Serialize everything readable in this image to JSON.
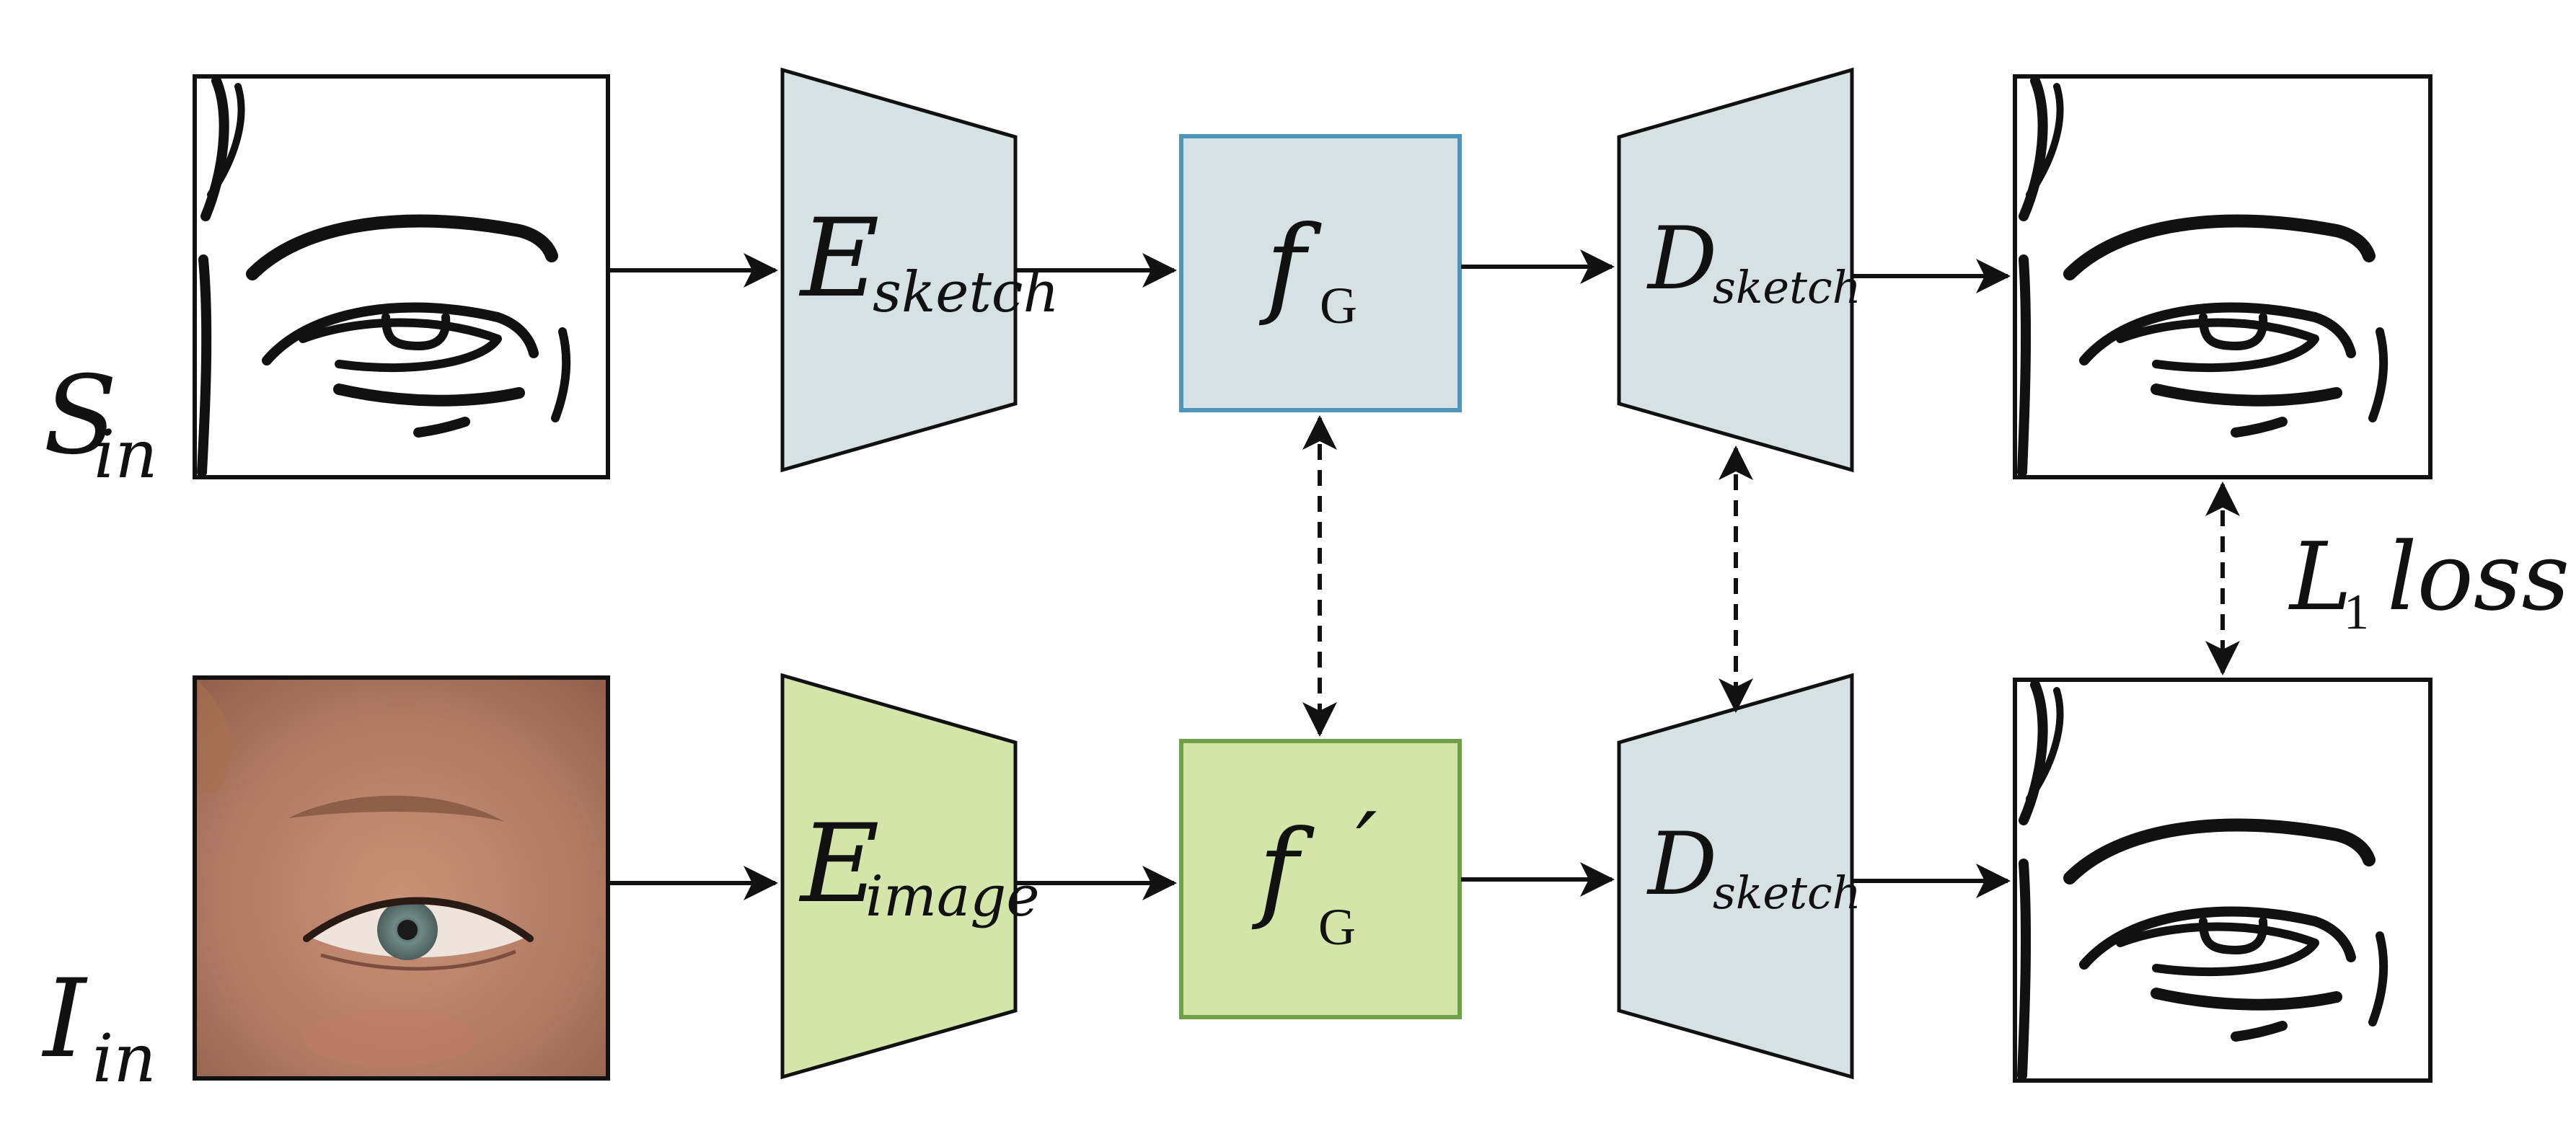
{
  "inputs": {
    "sketch": {
      "symbol": "S",
      "subscript": "in"
    },
    "image": {
      "symbol": "I",
      "subscript": "in"
    }
  },
  "encoders": {
    "sketch": {
      "symbol": "E",
      "subscript": "sketch",
      "color": "#d5e1e3"
    },
    "image": {
      "symbol": "E",
      "subscript": "image",
      "color": "#d3e5a9"
    }
  },
  "features": {
    "sketch": {
      "symbol": "f",
      "subscript": "G",
      "prime": "",
      "fill": "#d5e1e3",
      "stroke": "#4f95ba"
    },
    "image": {
      "symbol": "f",
      "subscript": "G",
      "prime": "′",
      "fill": "#d3e5a9",
      "stroke": "#6ea046"
    }
  },
  "decoders": {
    "top": {
      "symbol": "D",
      "subscript": "sketch",
      "color": "#d5e1e3"
    },
    "bottom": {
      "symbol": "D",
      "subscript": "sketch",
      "color": "#d5e1e3"
    }
  },
  "loss": {
    "symbol": "L",
    "subscript": "1",
    "word": "loss"
  }
}
